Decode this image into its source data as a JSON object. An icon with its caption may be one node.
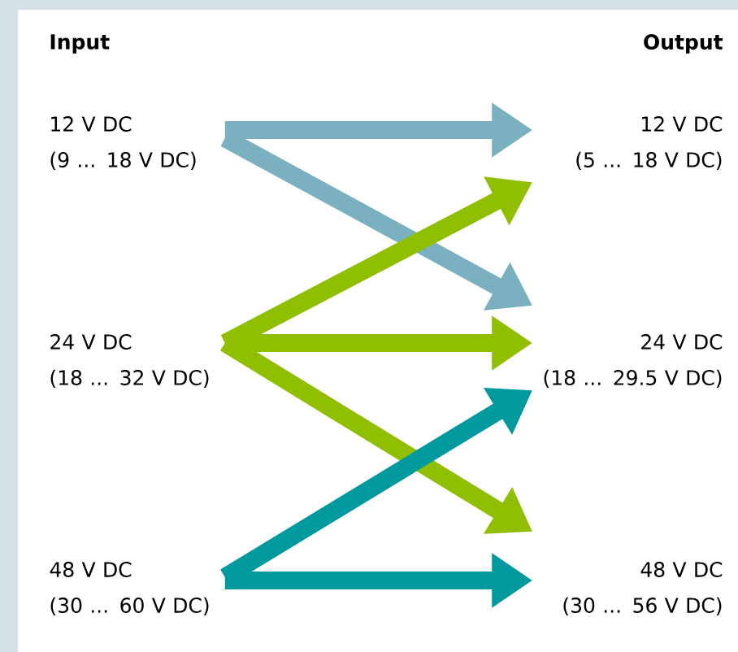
{
  "diagram": {
    "nodes": [
      {
        "text": [
          "12 V DC",
          "(9 ... 18 V DC)"
        ]
      },
      {
        "text": [
          "24 V DC",
          "(18 ... 32 V DC)"
        ]
      },
      {
        "text": [
          "48 V DC",
          "(30 ... 60 V DC)"
        ]
      },
      {
        "text": [
          "12 V DC",
          "(5 ... 18 V DC)"
        ]
      },
      {
        "text": [
          "24 V DC",
          "(18 ... 29.5 V DC)"
        ]
      },
      {
        "text": [
          "48 V DC",
          "(30 ... 56 V DC)"
        ]
      }
    ],
    "edges": [
      {
        "from": 0,
        "to": 3,
        "arrow": "to",
        "color": "#7ab0bf"
      },
      {
        "from": 0,
        "to": 4,
        "arrow": "to",
        "color": "#7ab0bf"
      },
      {
        "from": 1,
        "to": 3,
        "arrow": "to",
        "color": "#8fbf00"
      },
      {
        "from": 1,
        "to": 4,
        "arrow": "to",
        "color": "#8fbf00"
      },
      {
        "from": 1,
        "to": 5,
        "arrow": "to",
        "color": "#8fbf00"
      },
      {
        "from": 2,
        "to": 4,
        "arrow": "to",
        "color": "#009a9e"
      },
      {
        "from": 2,
        "to": 5,
        "arrow": "to",
        "color": "#009a9e"
      }
    ],
    "labels": [
      "**Input**",
      "**Output**"
    ]
  }
}
